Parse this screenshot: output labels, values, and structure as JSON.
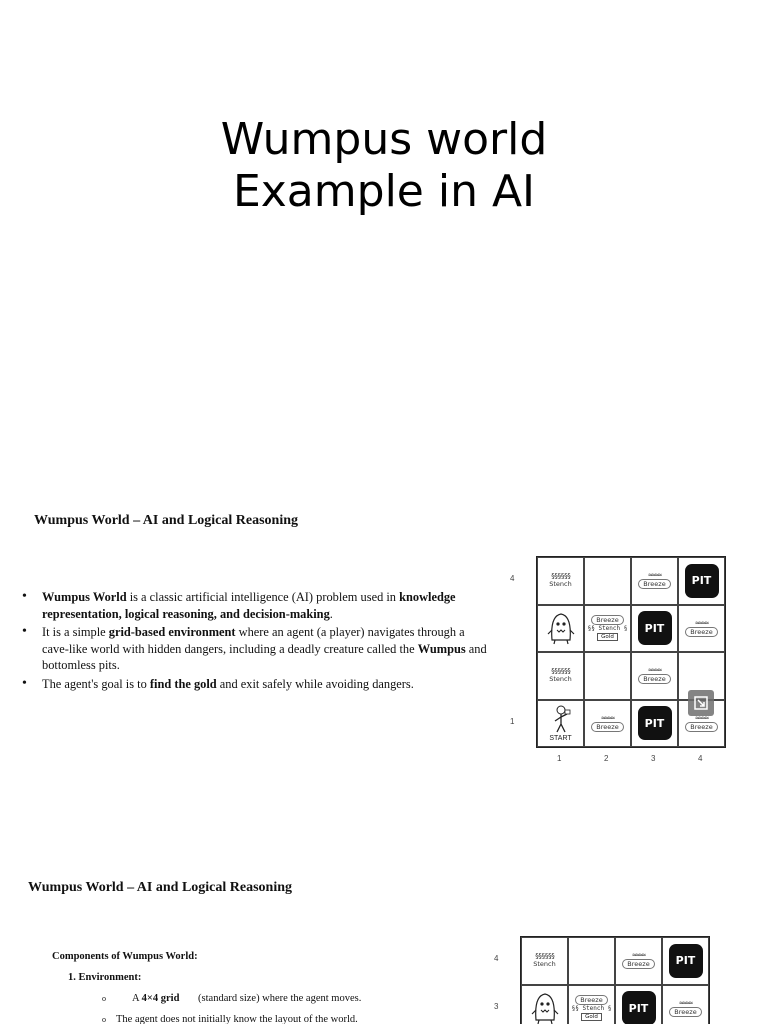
{
  "slide1": {
    "title_line1": "Wumpus world",
    "title_line2": "Example in AI"
  },
  "slide2": {
    "heading": "Wumpus World – AI and Logical Reasoning",
    "bullets": [
      {
        "parts": [
          {
            "t": "Wumpus World",
            "b": true
          },
          {
            "t": " is a classic artificial intelligence (AI) problem used in ",
            "b": false
          },
          {
            "t": "knowledge representation, logical reasoning, and decision-making",
            "b": true
          },
          {
            "t": ".",
            "b": false
          }
        ]
      },
      {
        "parts": [
          {
            "t": "It is a simple ",
            "b": false
          },
          {
            "t": "grid-based environment",
            "b": true
          },
          {
            "t": " where an agent (a player) navigates through a cave-like world with hidden dangers, including a deadly creature called the ",
            "b": false
          },
          {
            "t": "Wumpus",
            "b": true
          },
          {
            "t": " and bottomless pits.",
            "b": false
          }
        ]
      },
      {
        "parts": [
          {
            "t": "The agent's goal is to ",
            "b": false
          },
          {
            "t": "find the gold",
            "b": true
          },
          {
            "t": " and exit safely while avoiding dangers.",
            "b": false
          }
        ]
      }
    ],
    "grid": {
      "row_labels": [
        "4",
        "",
        "",
        "1"
      ],
      "col_labels": [
        "1",
        "2",
        "3",
        "4"
      ],
      "cells": [
        [
          "stench",
          "",
          "breeze",
          "pit"
        ],
        [
          "wumpus",
          "breeze-stench-gold",
          "pit",
          "breeze"
        ],
        [
          "stench",
          "",
          "breeze",
          ""
        ],
        [
          "start",
          "breeze",
          "pit",
          "breeze"
        ]
      ]
    },
    "labels": {
      "pit": "PIT",
      "stench": "Stench",
      "breeze": "Breeze",
      "gold": "Gold",
      "start": "START"
    }
  },
  "slide3": {
    "heading": "Wumpus World – AI and Logical Reasoning",
    "components_title": "Components of Wumpus World:",
    "item1": "1.  Environment:",
    "sub1_prefix": "A ",
    "sub1_bold": "4×4 grid",
    "sub1_rest": " (standard size) where the agent moves.",
    "sub2": "The agent does not initially know the layout of the world.",
    "grid": {
      "row_labels": [
        "4",
        "3"
      ],
      "cells": [
        [
          "stench",
          "",
          "breeze",
          "pit"
        ],
        [
          "wumpus",
          "breeze-stench-gold",
          "pit",
          "breeze"
        ]
      ]
    }
  }
}
